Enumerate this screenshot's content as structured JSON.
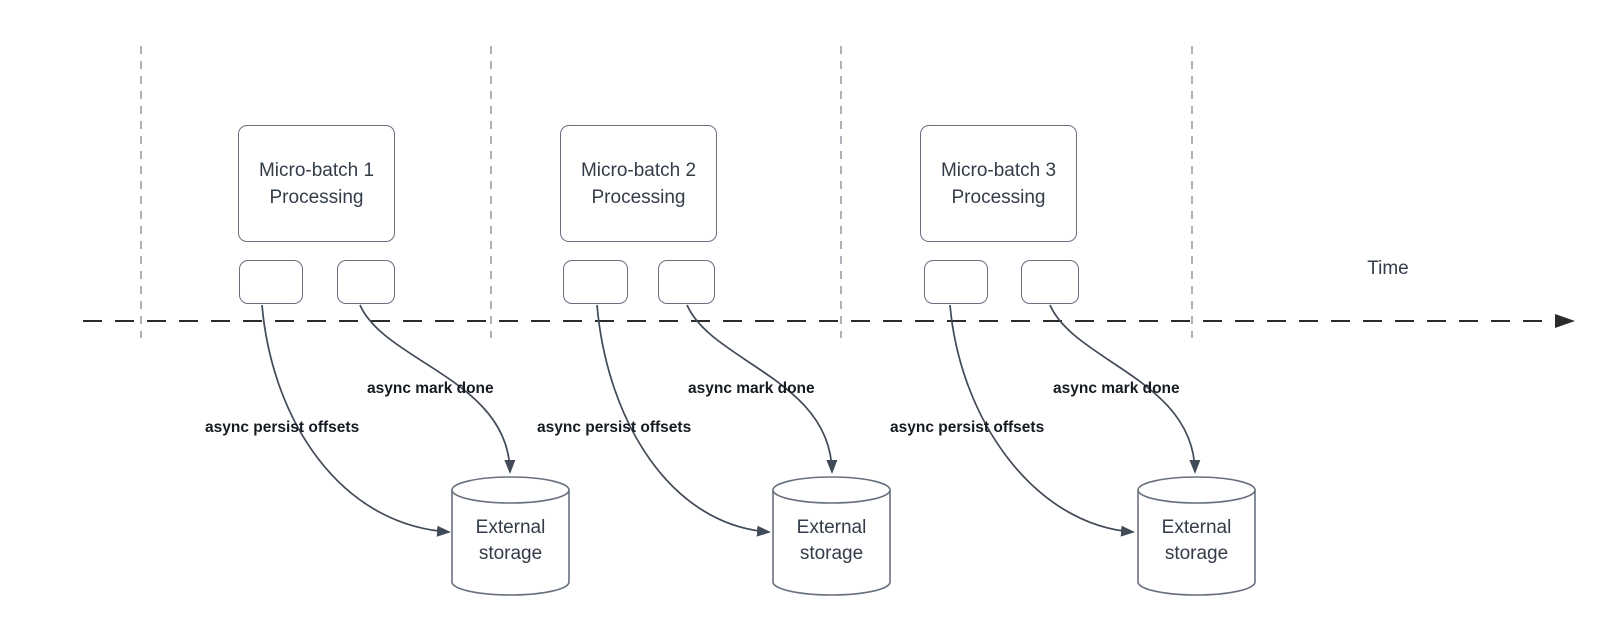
{
  "axis": {
    "label": "Time"
  },
  "batches": [
    {
      "box_lines": [
        "Micro-batch 1",
        "Processing"
      ],
      "persist_label": "async persist offsets",
      "done_label": "async mark done",
      "storage_lines": [
        "External",
        "storage"
      ]
    },
    {
      "box_lines": [
        "Micro-batch 2",
        "Processing"
      ],
      "persist_label": "async persist offsets",
      "done_label": "async mark done",
      "storage_lines": [
        "External",
        "storage"
      ]
    },
    {
      "box_lines": [
        "Micro-batch 3",
        "Processing"
      ],
      "persist_label": "async persist offsets",
      "done_label": "async mark done",
      "storage_lines": [
        "External",
        "storage"
      ]
    }
  ],
  "colors": {
    "shape_stroke": "#68707e",
    "shape_text": "#333c48",
    "connector": "#414a57",
    "timeline": "#2b2b2b",
    "gridline": "#9aa0a6",
    "label_text": "#161b22"
  }
}
